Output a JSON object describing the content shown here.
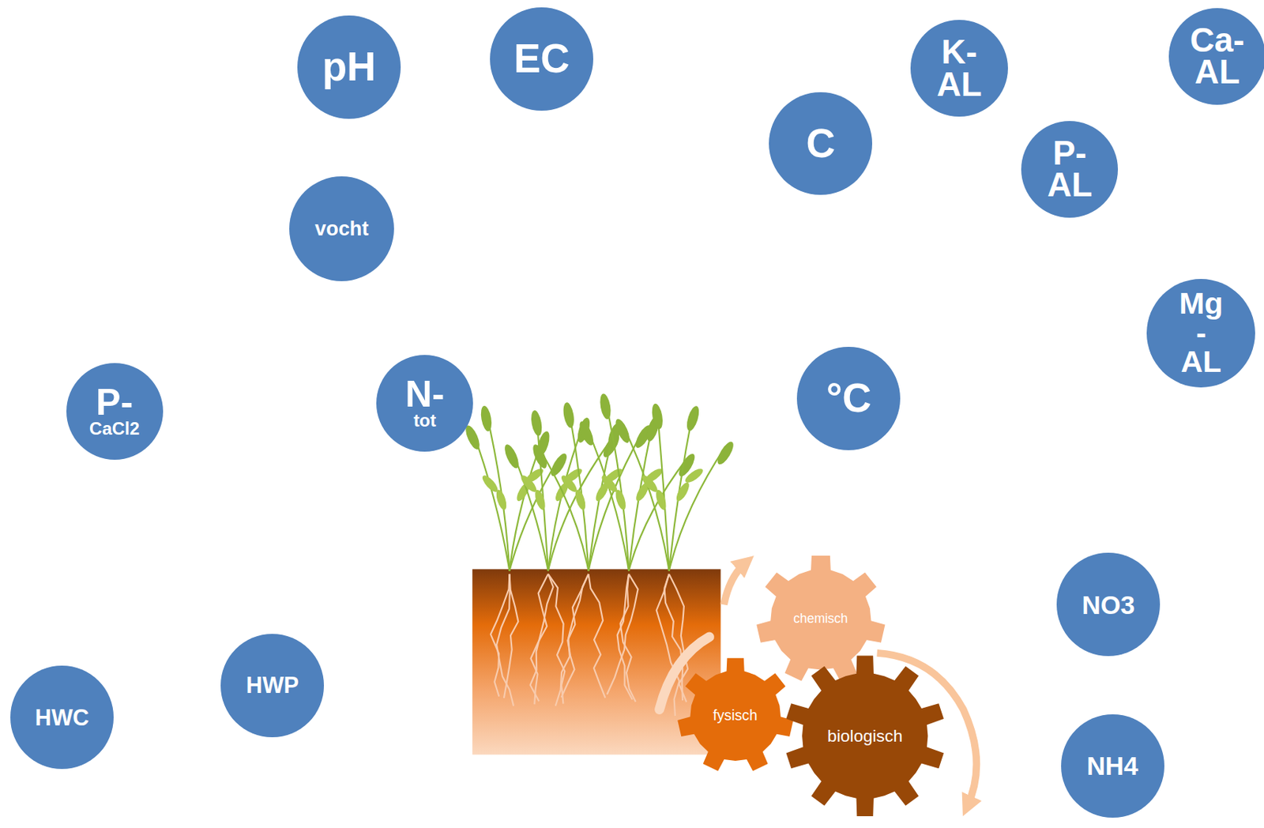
{
  "diagram": {
    "nodes": [
      {
        "text": [
          "pH"
        ]
      },
      {
        "text": [
          "EC"
        ]
      },
      {
        "text": [
          "K- AL"
        ]
      },
      {
        "text": [
          "Ca- AL"
        ]
      },
      {
        "text": [
          "C"
        ]
      },
      {
        "text": [
          "P- AL"
        ]
      },
      {
        "text": [
          "vocht"
        ]
      },
      {
        "text": [
          "Mg -AL"
        ]
      },
      {
        "text": [
          "P-",
          "CaCl2"
        ]
      },
      {
        "text": [
          "N-",
          "tot"
        ]
      },
      {
        "text": [
          "°C"
        ]
      },
      {
        "text": [
          "NO3"
        ]
      },
      {
        "text": [
          "HWP"
        ]
      },
      {
        "text": [
          "HWC"
        ]
      },
      {
        "text": [
          "NH4"
        ]
      },
      {
        "text": [
          "chemisch"
        ]
      },
      {
        "text": [
          "fysisch"
        ]
      },
      {
        "text": [
          "biologisch"
        ]
      }
    ]
  }
}
